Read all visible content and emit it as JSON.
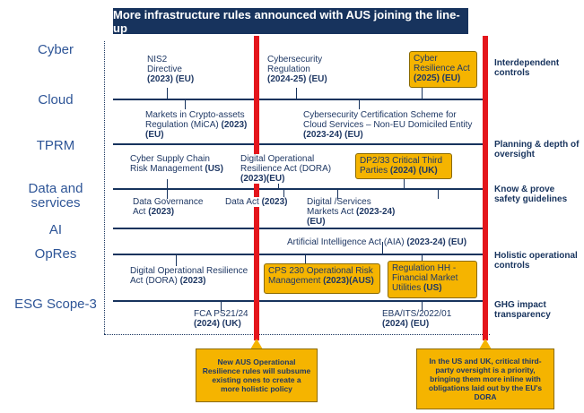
{
  "title": "More infrastructure rules announced with AUS joining the line-up",
  "categories": {
    "cyber": "Cyber",
    "cloud": "Cloud",
    "tprm": "TPRM",
    "data_services": "Data and services",
    "ai": "AI",
    "opres": "OpRes",
    "esg": "ESG Scope-3"
  },
  "right_labels": {
    "interdependent": "Interdependent controls",
    "planning": "Planning & depth of oversight",
    "know": "Know & prove safety guidelines",
    "holistic": "Holistic operational controls",
    "ghg": "GHG impact transparency"
  },
  "regs": {
    "nis2_name": "NIS2 Directive",
    "nis2_date": "(2023) (EU)",
    "csr_name": "Cybersecurity Regulation",
    "csr_date": "(2024-25) (EU)",
    "cra_name": "Cyber Resilience Act",
    "cra_date": "(2025) (EU)",
    "mica_name": "Markets in Crypto-assets Regulation (MiCA)",
    "mica_date": "(2023) (EU)",
    "eucs_name": "Cybersecurity Certification Scheme for Cloud Services – Non-EU Domiciled Entity",
    "eucs_date": "(2023-24) (EU)",
    "cscrm_name": "Cyber Supply Chain Risk Management",
    "cscrm_date": "(US)",
    "dora1_name": "Digital Operational Resilience Act (DORA)",
    "dora1_date": "(2023)(EU)",
    "dp233_name": "DP2/33 Critical Third Parties",
    "dp233_date": "(2024) (UK)",
    "dga_name": "Data Governance Act",
    "dga_date": "(2023)",
    "dataact_name": "Data Act",
    "dataact_date": "(2023)",
    "dsma_name": "Digital /Services Markets Act",
    "dsma_date": "(2023-24) (EU)",
    "aia_name": "Artificial Intelligence Act (AIA)",
    "aia_date": "(2023-24) (EU)",
    "dora2_name": "Digital Operational Resilience Act (DORA)",
    "dora2_date": "(2023)",
    "cps230_name": "CPS 230 Operational Risk Management",
    "cps230_date": "(2023)(AUS)",
    "reghh_name": "Regulation HH - Financial Market Utilities",
    "reghh_date": "(US)",
    "fca_name": "FCA PS21/24",
    "fca_date": "(2024) (UK)",
    "eba_name": "EBA/ITS/2022/01",
    "eba_date": "(2024) (EU)"
  },
  "callouts": {
    "aus": "New AUS Operational Resilience rules will subsume existing ones to create a more holistic policy",
    "us_uk": "In the US and UK, critical third-party oversight is a priority, bringing them more inline with obligations laid out by the EU's DORA"
  }
}
